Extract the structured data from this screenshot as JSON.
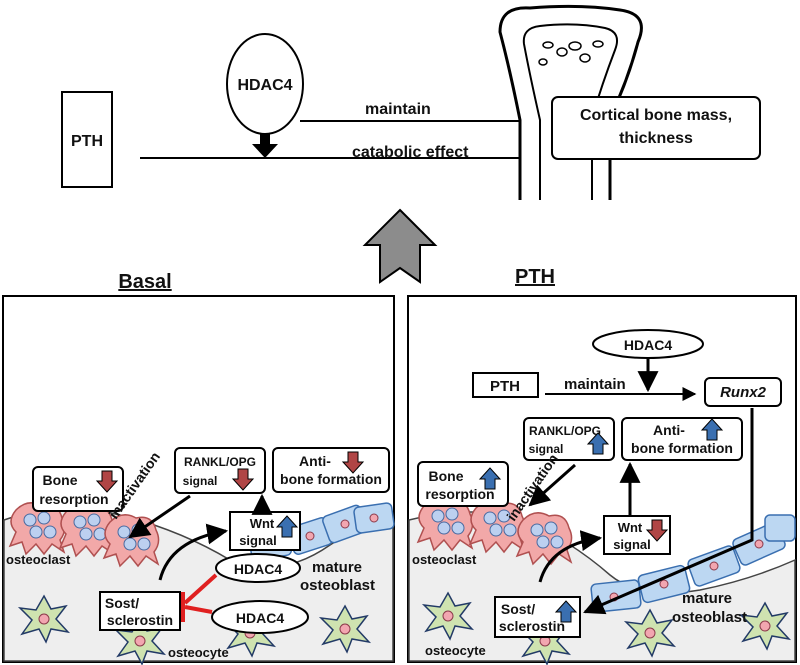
{
  "top": {
    "pth": "PTH",
    "hdac4": "HDAC4",
    "maintain": "maintain",
    "catabolic": "catabolic effect",
    "cortical_line1": "Cortical bone mass,",
    "cortical_line2": "thickness"
  },
  "basal": {
    "title": "Basal",
    "bone_resorption_line1": "Bone",
    "bone_resorption_line2": "resorption",
    "rankl_line1": "RANKL/OPG",
    "rankl_line2": "signal",
    "anti_line1": "Anti-",
    "anti_line2": "bone formation",
    "inactivation": "inactivation",
    "wnt_line1": "Wnt",
    "wnt_line2": "signal",
    "hdac4_a": "HDAC4",
    "hdac4_b": "HDAC4",
    "sost_line1": "Sost/",
    "sost_line2": "sclerostin",
    "osteoclast": "osteoclast",
    "osteocyte": "osteocyte",
    "mature_line1": "mature",
    "mature_line2": "osteoblast"
  },
  "pth_panel": {
    "title": "PTH",
    "hdac4": "HDAC4",
    "pth": "PTH",
    "maintain": "maintain",
    "runx2": "Runx2",
    "rankl_line1": "RANKL/OPG",
    "rankl_line2": "signal",
    "anti_line1": "Anti-",
    "anti_line2": "bone formation",
    "bone_resorption_line1": "Bone",
    "bone_resorption_line2": "resorption",
    "inactivation": "inactivation",
    "wnt_line1": "Wnt",
    "wnt_line2": "signal",
    "sost_line1": "Sost/",
    "sost_line2": "sclerostin",
    "osteoclast": "osteoclast",
    "osteocyte": "osteocyte",
    "mature_line1": "mature",
    "mature_line2": "osteoblast"
  },
  "colors": {
    "down_arrow": "#b04545",
    "up_arrow": "#3a6fb0",
    "red_inhibit": "#e02020",
    "osteoclast": "#f2a8a8",
    "osteoblast": "#bcd7f2",
    "osteocyte": "#cfe3b0",
    "nucleus": "#f2a6b0",
    "gray_arrow": "#8c8c8c"
  }
}
